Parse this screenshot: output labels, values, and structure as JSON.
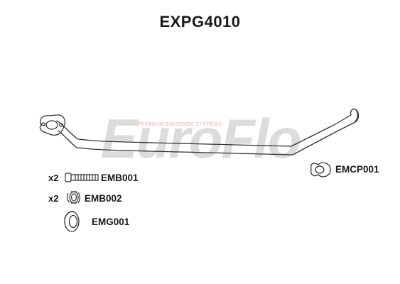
{
  "title": "EXPG4010",
  "watermark": {
    "brand_text": "EuroFlo",
    "tagline": "PREMIUM EMISSION SYSTEMS",
    "colors": {
      "main": "#d9d9d9",
      "accent": "#f1b3b3"
    }
  },
  "parts": {
    "bolt": {
      "code": "EMB001",
      "qty": "x2"
    },
    "spring": {
      "code": "EMB002",
      "qty": "x2"
    },
    "gasket": {
      "code": "EMG001"
    },
    "clamp": {
      "code": "EMCP001"
    }
  },
  "colors": {
    "outline": "#333333",
    "text": "#1a1a1a"
  }
}
